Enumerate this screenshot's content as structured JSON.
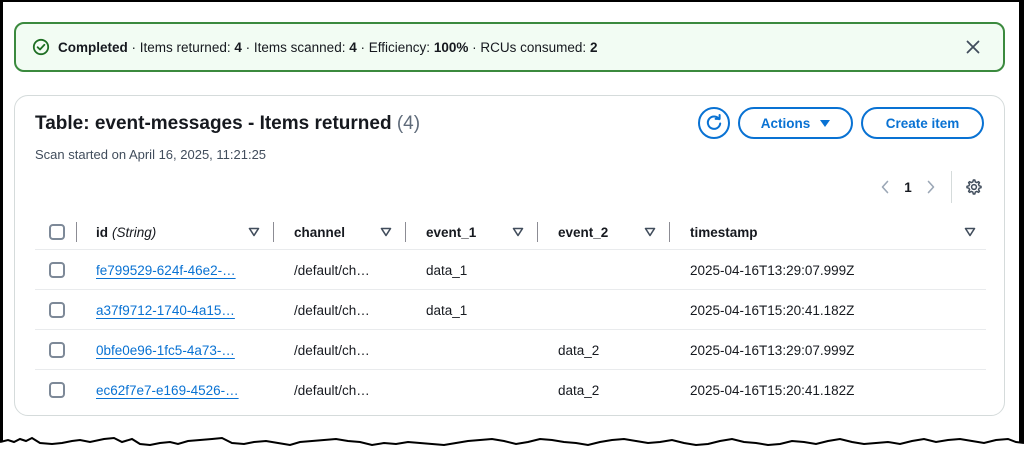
{
  "banner": {
    "status": "Completed",
    "status_color": "#3b8a3e",
    "sep": "·",
    "metrics": [
      {
        "label": "Items returned:",
        "value": "4"
      },
      {
        "label": "Items scanned:",
        "value": "4"
      },
      {
        "label": "Efficiency:",
        "value": "100%"
      },
      {
        "label": "RCUs consumed:",
        "value": "2"
      }
    ],
    "icon": "check-circle-icon",
    "close_icon": "close-icon"
  },
  "card": {
    "title": "Table: event-messages - Items returned",
    "count": "(4)",
    "subtitle": "Scan started on April 16, 2025, 11:21:25",
    "refresh_icon": "refresh-icon",
    "actions_label": "Actions",
    "create_label": "Create item",
    "accent_color": "#0972d3"
  },
  "pagination": {
    "current_page": "1",
    "prev_icon": "chevron-left-icon",
    "next_icon": "chevron-right-icon",
    "settings_icon": "gear-icon"
  },
  "table": {
    "columns": [
      {
        "name": "id",
        "type": "(String)"
      },
      {
        "name": "channel"
      },
      {
        "name": "event_1"
      },
      {
        "name": "event_2"
      },
      {
        "name": "timestamp"
      }
    ],
    "rows": [
      {
        "id": "fe799529-624f-46e2-…",
        "channel": "/default/ch…",
        "event_1": "data_1",
        "event_2": "",
        "timestamp": "2025-04-16T13:29:07.999Z"
      },
      {
        "id": "a37f9712-1740-4a15…",
        "channel": "/default/ch…",
        "event_1": "data_1",
        "event_2": "",
        "timestamp": "2025-04-16T15:20:41.182Z"
      },
      {
        "id": "0bfe0e96-1fc5-4a73-…",
        "channel": "/default/ch…",
        "event_1": "",
        "event_2": "data_2",
        "timestamp": "2025-04-16T13:29:07.999Z"
      },
      {
        "id": "ec62f7e7-e169-4526-…",
        "channel": "/default/ch…",
        "event_1": "",
        "event_2": "data_2",
        "timestamp": "2025-04-16T15:20:41.182Z"
      }
    ]
  }
}
